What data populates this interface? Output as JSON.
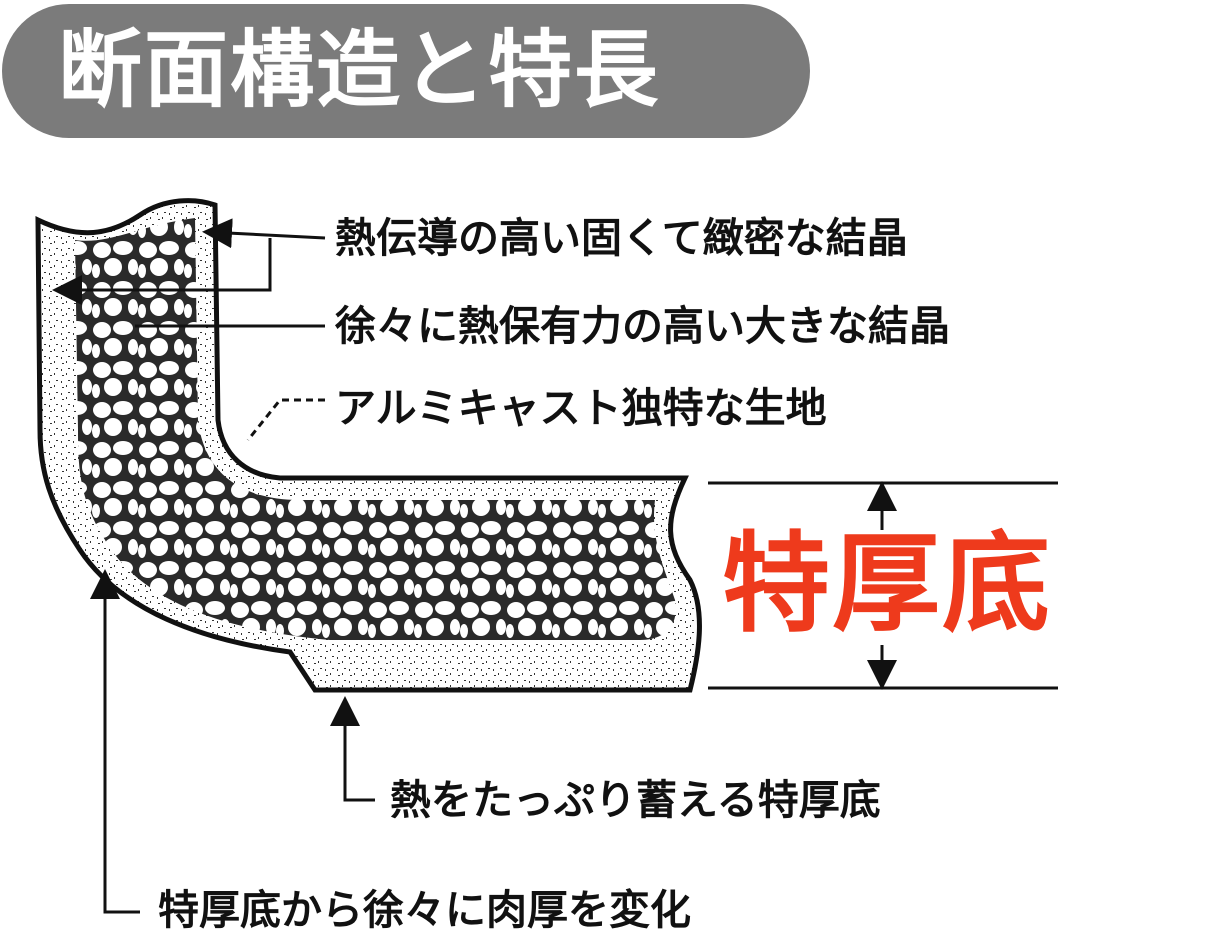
{
  "title": "断面構造と特長",
  "labels": {
    "dense_crystal": "熱伝導の高い固くて緻密な結晶",
    "large_crystal": "徐々に熱保有力の高い大きな結晶",
    "base_material": "アルミキャスト独特な生地",
    "thick_bottom_note": "熱をたっぷり蓄える特厚底",
    "gradual_thickness": "特厚底から徐々に肉厚を変化"
  },
  "highlight": "特厚底",
  "colors": {
    "accent": "#ee3a1c",
    "title_bg": "#7b7b7b"
  }
}
